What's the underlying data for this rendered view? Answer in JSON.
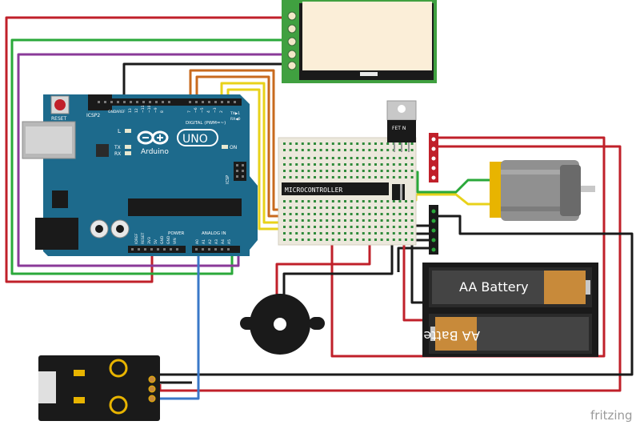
{
  "arduino": {
    "reset": "RESET",
    "icsp2": "ICSP2",
    "icsp": "ICSP",
    "brand": "Arduino",
    "model": "UNO",
    "on": "ON",
    "digital": "DIGITAL (PWM=~)",
    "power": "POWER",
    "analog": "ANALOG IN",
    "led_l": "L",
    "led_tx": "TX",
    "led_rx": "RX",
    "pin_aref": "AREF",
    "pin_gnd": "GND",
    "pin_tx": "TX▶1",
    "pin_rx": "RX◀0",
    "pins_digital": [
      "13",
      "12",
      "~11",
      "~10",
      "~9",
      "8",
      "7",
      "~6",
      "~5",
      "4",
      "~3",
      "2"
    ],
    "pins_power": [
      "IOREF",
      "RESET",
      "3V3",
      "5V",
      "GND",
      "GND",
      "VIN"
    ],
    "pins_analog": [
      "A0",
      "A1",
      "A2",
      "A3",
      "A4",
      "A5"
    ]
  },
  "breadboard": {
    "chip_label": "MICROCONTROLLER"
  },
  "mosfet": {
    "label": "FET N"
  },
  "battery": {
    "cell1": "AA Battery",
    "cell2": "AA Battery"
  },
  "watermark": "fritzing",
  "colors": {
    "red": "#c0202a",
    "green": "#2aa83a",
    "purple": "#8a3a98",
    "black": "#1a1a1a",
    "orange": "#c86a1e",
    "yellow": "#e8d21a",
    "blue": "#3a78c8",
    "board": "#1d6a8c",
    "breadboard": "#ece8dc",
    "lcd_green": "#40a040"
  }
}
